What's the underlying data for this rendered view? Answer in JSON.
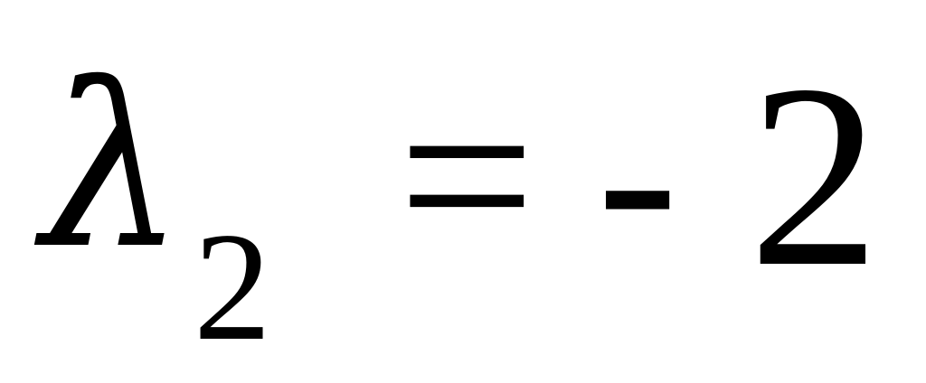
{
  "equation": {
    "symbol": "λ",
    "subscript": "2",
    "equals": "=",
    "minus": "-",
    "value": "2"
  }
}
